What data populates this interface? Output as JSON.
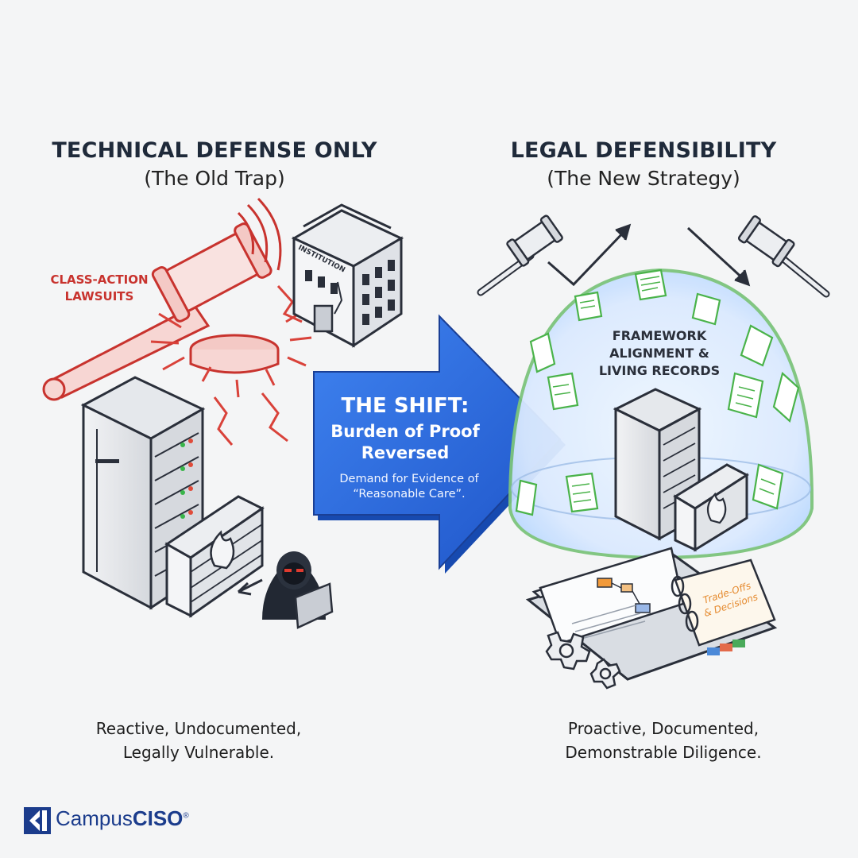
{
  "left": {
    "title": "TECHNICAL DEFENSE ONLY",
    "subtitle": "(The Old Trap)",
    "threat_label_line1": "CLASS-ACTION",
    "threat_label_line2": "LAWSUITS",
    "building_sign": "INSTITUTION",
    "caption_line1": "Reactive, Undocumented,",
    "caption_line2": "Legally Vulnerable."
  },
  "center": {
    "title": "THE SHIFT:",
    "sub_line1": "Burden of Proof",
    "sub_line2": "Reversed",
    "note_line1": "Demand for Evidence of",
    "note_line2": "“Reasonable Care”."
  },
  "right": {
    "title": "LEGAL DEFENSIBILITY",
    "subtitle": "(The New Strategy)",
    "shield_line1": "FRAMEWORK",
    "shield_line2": "ALIGNMENT &",
    "shield_line3": "LIVING RECORDS",
    "binder_tab_line1": "Trade-Offs",
    "binder_tab_line2": "& Decisions",
    "caption_line1": "Proactive, Documented,",
    "caption_line2": "Demonstrable Diligence."
  },
  "logo": {
    "text_normal": "Campus",
    "text_bold": "CISO",
    "mark": "®"
  },
  "colors": {
    "arrow_blue": "#2f6ee0",
    "threat_red": "#c8332e",
    "shield_green": "#4ab34a",
    "brand_blue": "#1b3c8c"
  }
}
